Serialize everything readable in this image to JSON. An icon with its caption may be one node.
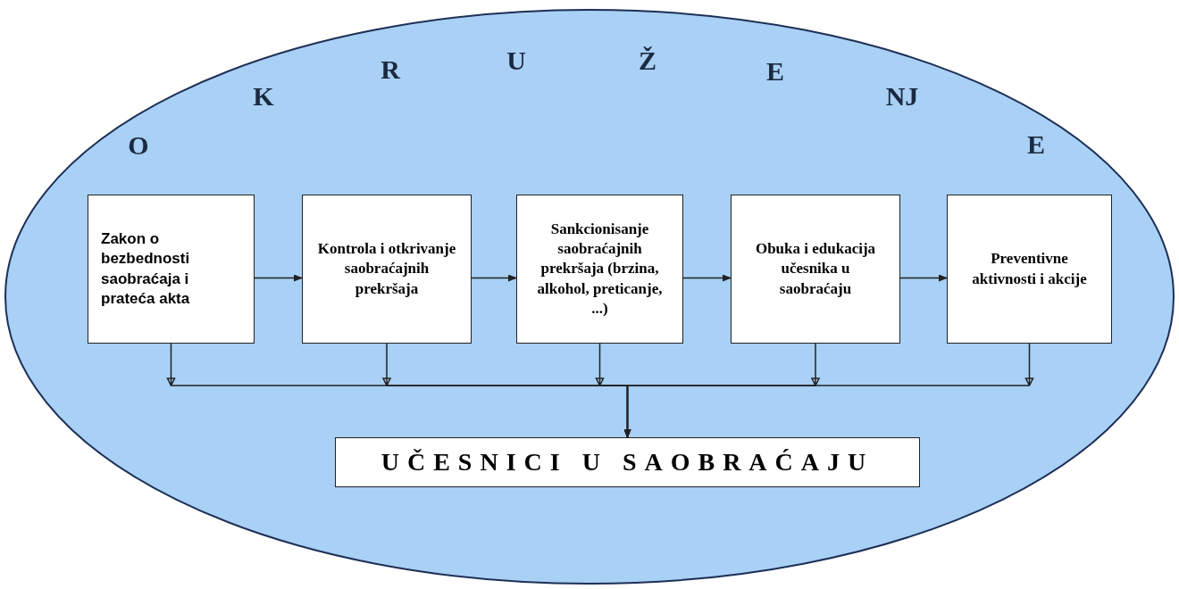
{
  "diagram": {
    "nodes": [
      {
        "text": [
          "O",
          "K",
          "R",
          "U",
          "Ž",
          "E",
          "NJ",
          "E"
        ]
      },
      {
        "text": [
          "Zakon o bezbednosti saobraćaja i prateća akta"
        ],
        "in": 0
      },
      {
        "text": [
          "Kontrola i otkrivanje saobraćajnih prekršaja"
        ],
        "in": 0
      },
      {
        "text": [
          "Sankcionisanje saobraćajnih prekršaja (brzina, alkohol, preticanje, ...)"
        ],
        "in": 0
      },
      {
        "text": [
          "Obuka i edukacija učesnika u saobraćaju"
        ],
        "in": 0
      },
      {
        "text": [
          "Preventivne aktivnosti i akcije"
        ],
        "in": 0
      },
      {
        "text": [
          "UČESNICI U SAOBRAĆAJU"
        ],
        "in": 0
      }
    ],
    "edges": [
      {
        "from": 1,
        "to": 2,
        "arrow": "to"
      },
      {
        "from": 2,
        "to": 3,
        "arrow": "to"
      },
      {
        "from": 3,
        "to": 4,
        "arrow": "to"
      },
      {
        "from": 4,
        "to": 5,
        "arrow": "to"
      },
      {
        "from": 1,
        "to": 6,
        "arrow": "to"
      },
      {
        "from": 2,
        "to": 6,
        "arrow": "to"
      },
      {
        "from": 3,
        "to": 6,
        "arrow": "to"
      },
      {
        "from": 4,
        "to": 6,
        "arrow": "to"
      },
      {
        "from": 5,
        "to": 6,
        "arrow": "to"
      }
    ]
  }
}
